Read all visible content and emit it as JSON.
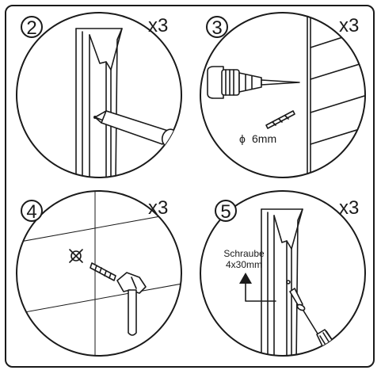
{
  "steps": [
    {
      "number": "2",
      "quantity": "x3"
    },
    {
      "number": "3",
      "quantity": "x3",
      "drill_label": "6mm",
      "diameter_symbol": "ϕ"
    },
    {
      "number": "4",
      "quantity": "x3"
    },
    {
      "number": "5",
      "quantity": "x3",
      "screw_label_line1": "Schraube",
      "screw_label_line2": "4x30mm"
    }
  ],
  "colors": {
    "line": "#1a1a1a",
    "background": "#ffffff"
  }
}
